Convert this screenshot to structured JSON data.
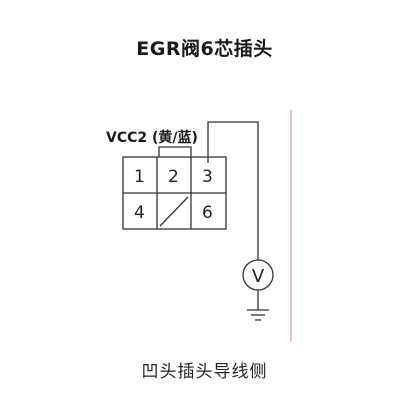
{
  "title": "EGR阀6芯插头",
  "wire_label": "VCC2 (黄/蓝)",
  "connector": {
    "cells": [
      {
        "pin": "1"
      },
      {
        "pin": "2"
      },
      {
        "pin": "3"
      },
      {
        "pin": "4"
      },
      {
        "pin": ""
      },
      {
        "pin": "6"
      }
    ]
  },
  "meter": {
    "symbol": "V"
  },
  "caption": "凹头插头导线侧",
  "colors": {
    "line": "#333333",
    "edge_line": "#c8a0a0"
  }
}
